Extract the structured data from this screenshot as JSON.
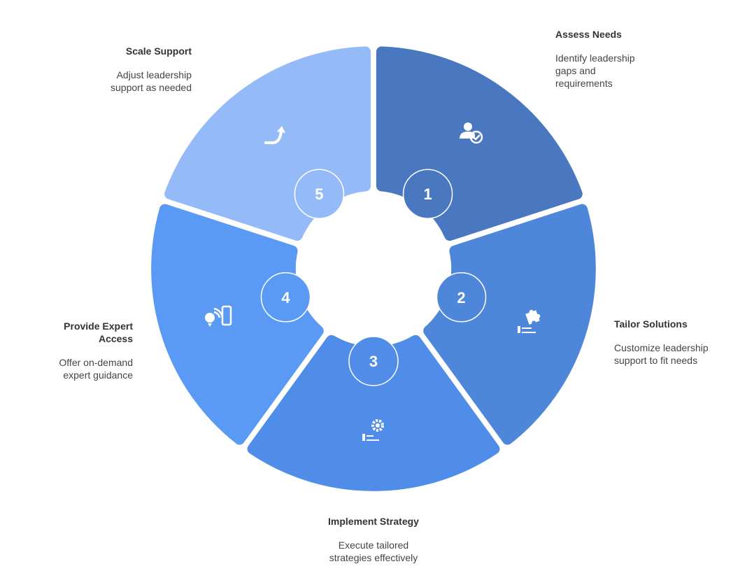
{
  "steps": [
    {
      "number": "1",
      "title": "Assess Needs",
      "description": "Identify leadership gaps and requirements",
      "icon": "person-check-icon",
      "color": "#4a78c0"
    },
    {
      "number": "2",
      "title": "Tailor Solutions",
      "description": "Customize leadership support to fit needs",
      "icon": "hand-puzzle-icon",
      "color": "#4e86da"
    },
    {
      "number": "3",
      "title": "Implement Strategy",
      "description": "Execute tailored strategies effectively",
      "icon": "hand-gear-icon",
      "color": "#508de8"
    },
    {
      "number": "4",
      "title": "Provide Expert Access",
      "description": "Offer on-demand expert guidance",
      "icon": "bulb-phone-signal-icon",
      "color": "#5a9af5"
    },
    {
      "number": "5",
      "title": "Scale Support",
      "description": "Adjust leadership support as needed",
      "icon": "arrow-up-curve-icon",
      "color": "#94bbf8"
    }
  ]
}
